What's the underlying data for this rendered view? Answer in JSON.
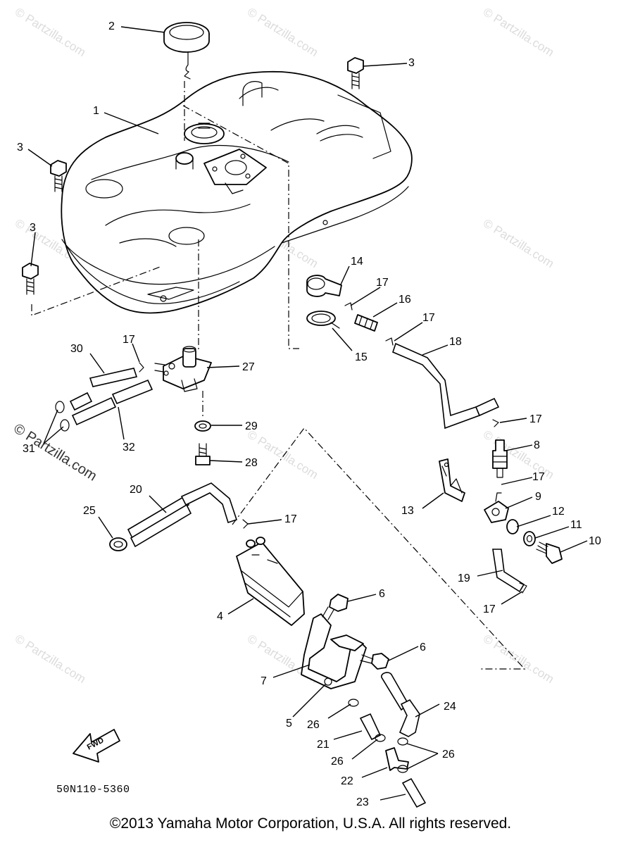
{
  "diagram": {
    "drawing_code": "50N110-5360",
    "direction_label": "FWD",
    "copyright": "©2013 Yamaha Motor Corporation, U.S.A. All rights reserved.",
    "watermark": "© Partzilla.com",
    "callouts": [
      "1",
      "2",
      "3",
      "3",
      "3",
      "4",
      "5",
      "6",
      "6",
      "7",
      "8",
      "9",
      "10",
      "11",
      "12",
      "13",
      "14",
      "15",
      "16",
      "17",
      "17",
      "17",
      "17",
      "17",
      "17",
      "17",
      "17",
      "18",
      "19",
      "20",
      "21",
      "22",
      "23",
      "24",
      "25",
      "26",
      "26",
      "26",
      "27",
      "28",
      "29",
      "30",
      "31",
      "32"
    ]
  }
}
